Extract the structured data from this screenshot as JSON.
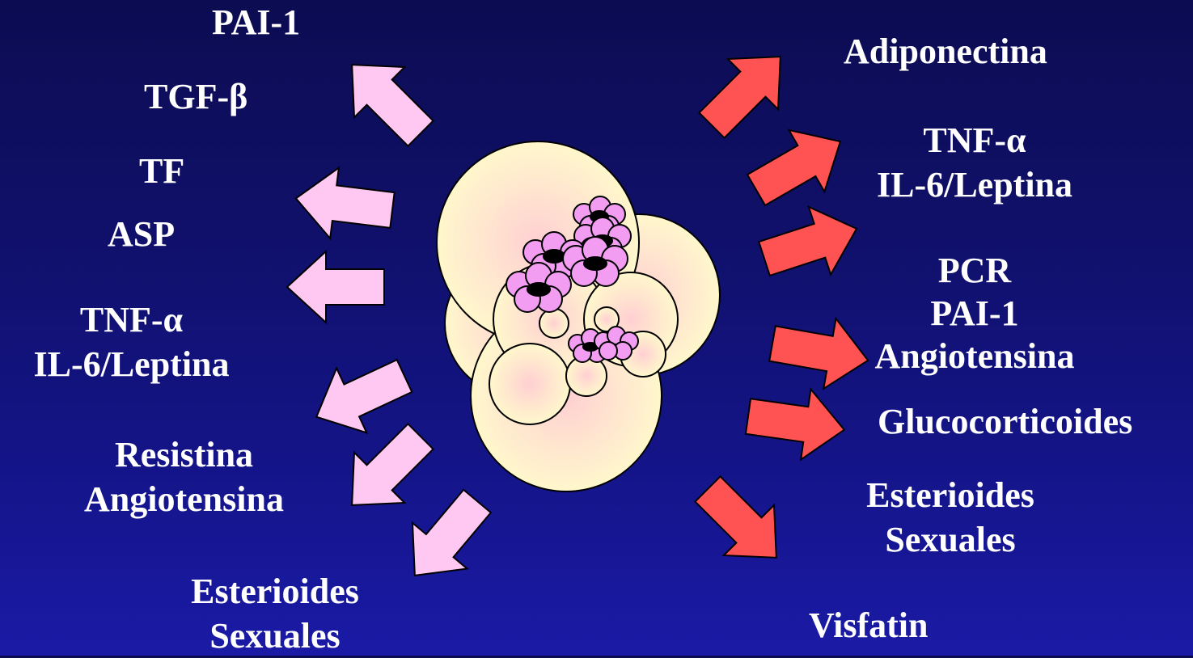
{
  "colors": {
    "left_arrow": "#ffc8f2",
    "right_arrow": "#ff5252",
    "cell_fill": "#fff7cc",
    "cell_center": "#ffcfd2",
    "macrophage": "#f29cf2",
    "nucleus": "#000000",
    "text": "#ffffff"
  },
  "left_labels": {
    "pai1": "PAI-1",
    "tgf": "TGF-β",
    "tf": "TF",
    "asp": "ASP",
    "tnf": "TNF-α",
    "il6": "IL-6/Leptina",
    "resistina": "Resistina",
    "angiotensina": "Angiotensina",
    "esteroides": "Esterioides",
    "sexuales": "Sexuales"
  },
  "right_labels": {
    "adiponectina": "Adiponectina",
    "tnf": "TNF-α",
    "il6": "IL-6/Leptina",
    "pcr": "PCR",
    "pai1": "PAI-1",
    "angiotensina": "Angiotensina",
    "glucocorticoides": "Glucocorticoides",
    "esteroides": "Esterioides",
    "sexuales": "Sexuales",
    "visfatin": "Visfatin"
  }
}
